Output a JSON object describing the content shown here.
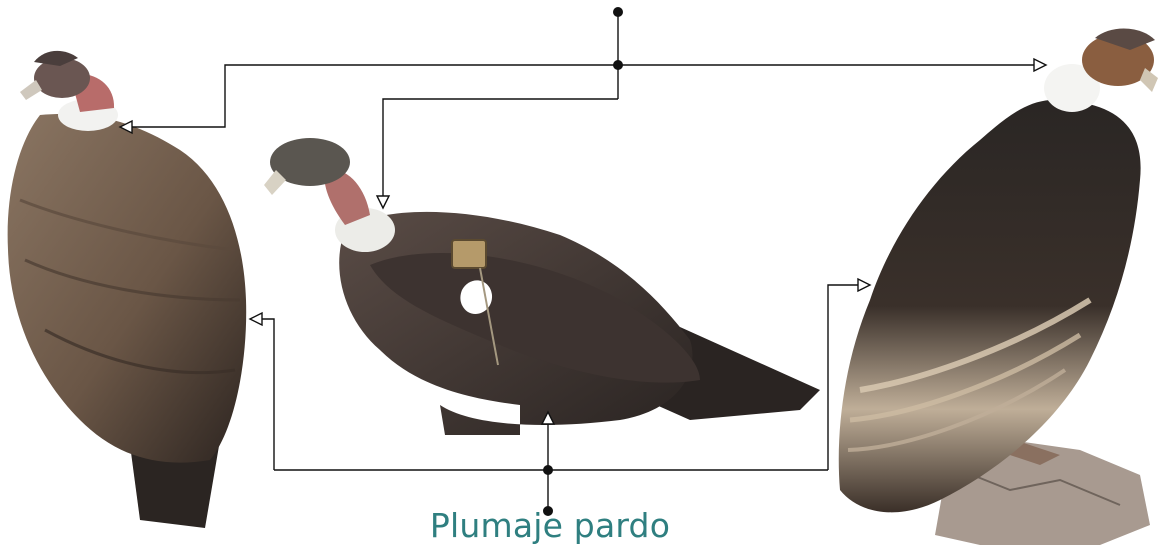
{
  "caption": "Plumaje pardo",
  "colors": {
    "caption": "#2f7f80",
    "connector": "#111111",
    "feather_dark": "#2b2522",
    "feather_brown": "#6e5a4a",
    "feather_light": "#b8a48e",
    "neck_skin": "#b86c6a",
    "collar": "#f2f2f0",
    "rock": "#a89a90"
  },
  "figures": [
    {
      "subject": "condor-juvenile-left"
    },
    {
      "subject": "condor-juvenile-tagged"
    },
    {
      "subject": "condor-adult-on-rock"
    }
  ]
}
